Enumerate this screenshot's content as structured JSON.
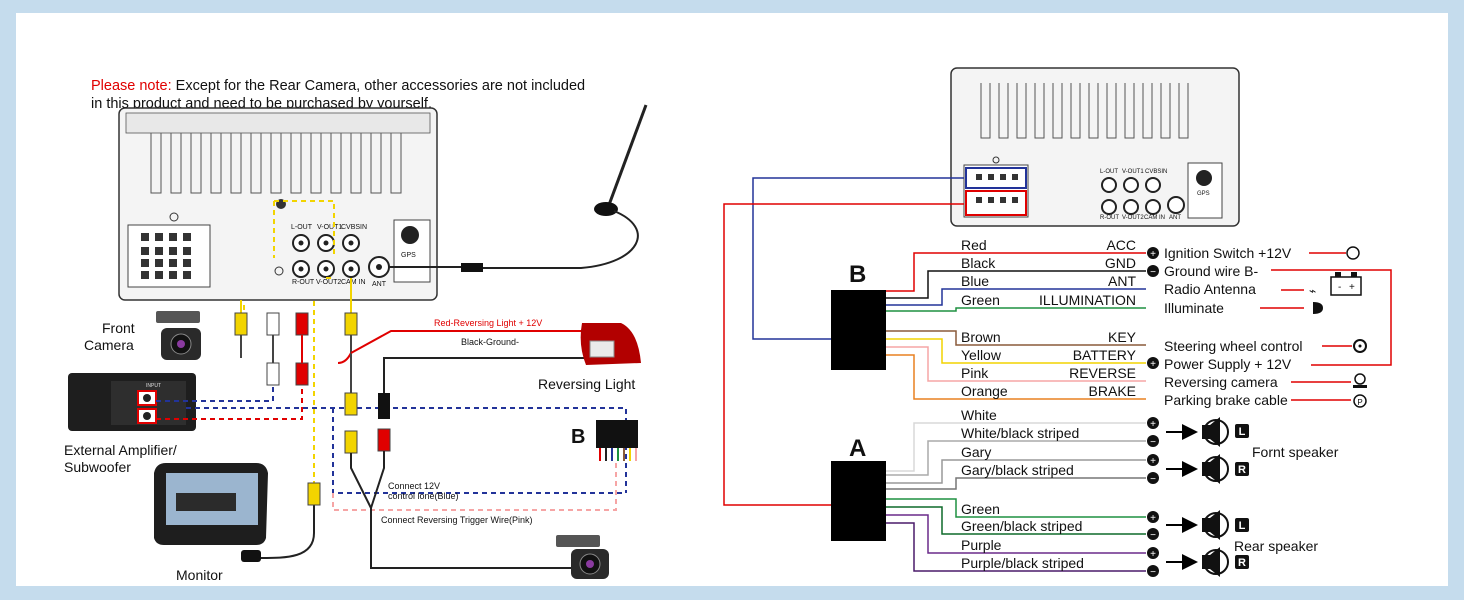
{
  "note": {
    "prefix": "Please note:",
    "line1": "Except for the Rear Camera, other accessories are not included",
    "line2": "in this product and need to be purchased by yourself."
  },
  "left": {
    "ports": {
      "lout": "L-OUT",
      "vout1": "V-OUT1",
      "cvbsin": "CVBSIN",
      "rout": "R-OUT",
      "vout2": "V-OUT2",
      "camin": "CAM IN",
      "ant": "ANT",
      "gps": "GPS"
    },
    "front_camera": [
      "Front",
      "Camera"
    ],
    "amplifier": [
      "External Amplifier/",
      "Subwoofer"
    ],
    "monitor": "Monitor",
    "reversing_light": "Reversing Light",
    "red_wire": "Red-Reversing Light + 12V",
    "black_wire": "Black-Ground-",
    "connect_12v": [
      "Connect 12V",
      "control lone(Blue)"
    ],
    "connect_trigger": "Connect Reversing Trigger Wire(Pink)",
    "b_label": "B",
    "amp_input": "INPUT"
  },
  "right": {
    "b_label": "B",
    "a_label": "A",
    "b_wires": [
      {
        "color": "Red",
        "func": "ACC"
      },
      {
        "color": "Black",
        "func": "GND"
      },
      {
        "color": "Blue",
        "func": "ANT"
      },
      {
        "color": "Green",
        "func": "ILLUMINATION"
      },
      {
        "color": "Brown",
        "func": "KEY"
      },
      {
        "color": "Yellow",
        "func": "BATTERY"
      },
      {
        "color": "Pink",
        "func": "REVERSE"
      },
      {
        "color": "Orange",
        "func": "BRAKE"
      }
    ],
    "b_dest": [
      "Ignition Switch +12V",
      "Ground wire B-",
      "Radio Antenna",
      "Illuminate",
      "Steering wheel control",
      "Power Supply + 12V",
      "Reversing camera",
      "Parking brake cable"
    ],
    "a_wires": [
      "White",
      "White/black striped",
      "Gary",
      "Gary/black striped",
      "Green",
      "Green/black striped",
      "Purple",
      "Purple/black striped"
    ],
    "front_speaker": "Fornt speaker",
    "rear_speaker": "Rear speaker",
    "ch_l": "L",
    "ch_r": "R"
  }
}
